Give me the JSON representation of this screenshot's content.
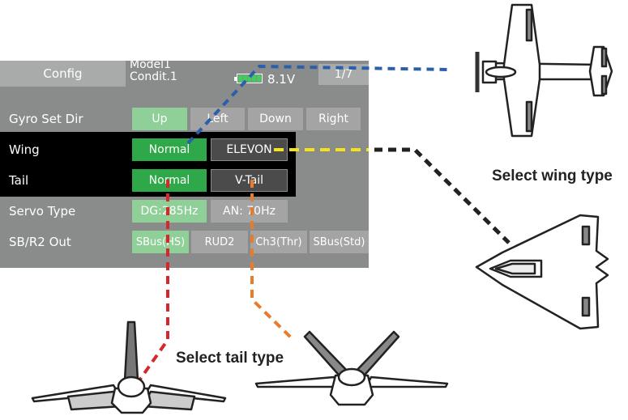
{
  "header": {
    "config_label": "Config",
    "model_name": "Model1",
    "condition": "Condit.1",
    "voltage": "8.1V",
    "page": "1/7"
  },
  "rows": {
    "gyro_set_dir": {
      "label": "Gyro Set Dir",
      "options": [
        "Up",
        "Left",
        "Down",
        "Right"
      ],
      "selected": "Up"
    },
    "wing": {
      "label": "Wing",
      "options": [
        "Normal",
        "ELEVON"
      ],
      "selected": "Normal"
    },
    "tail": {
      "label": "Tail",
      "options": [
        "Normal",
        "V-Tail"
      ],
      "selected": "Normal"
    },
    "servo_type": {
      "label": "Servo Type",
      "options": [
        "DG:285Hz",
        "AN: 70Hz"
      ],
      "selected": "DG:285Hz"
    },
    "sb_r2_out": {
      "label": "SB/R2 Out",
      "options": [
        "SBus(HS)",
        "RUD2",
        "Ch3(Thr)",
        "SBus(Std)"
      ],
      "selected": "SBus(HS)"
    }
  },
  "captions": {
    "wing": "Select wing type",
    "tail": "Select tail type"
  },
  "colors": {
    "selected_green": "#3db55a",
    "unselected_gray": "#a4a4a4",
    "screen_bg": "#8a8c8c",
    "blue_leader": "#2b5fab",
    "yellow_leader": "#f5e31a",
    "black_leader": "#222222",
    "red_leader": "#d9262b",
    "orange_leader": "#e87b2c"
  },
  "icons": [
    "normal-wing-plane-icon",
    "delta-elevon-plane-icon",
    "normal-tail-icon",
    "v-tail-icon"
  ]
}
